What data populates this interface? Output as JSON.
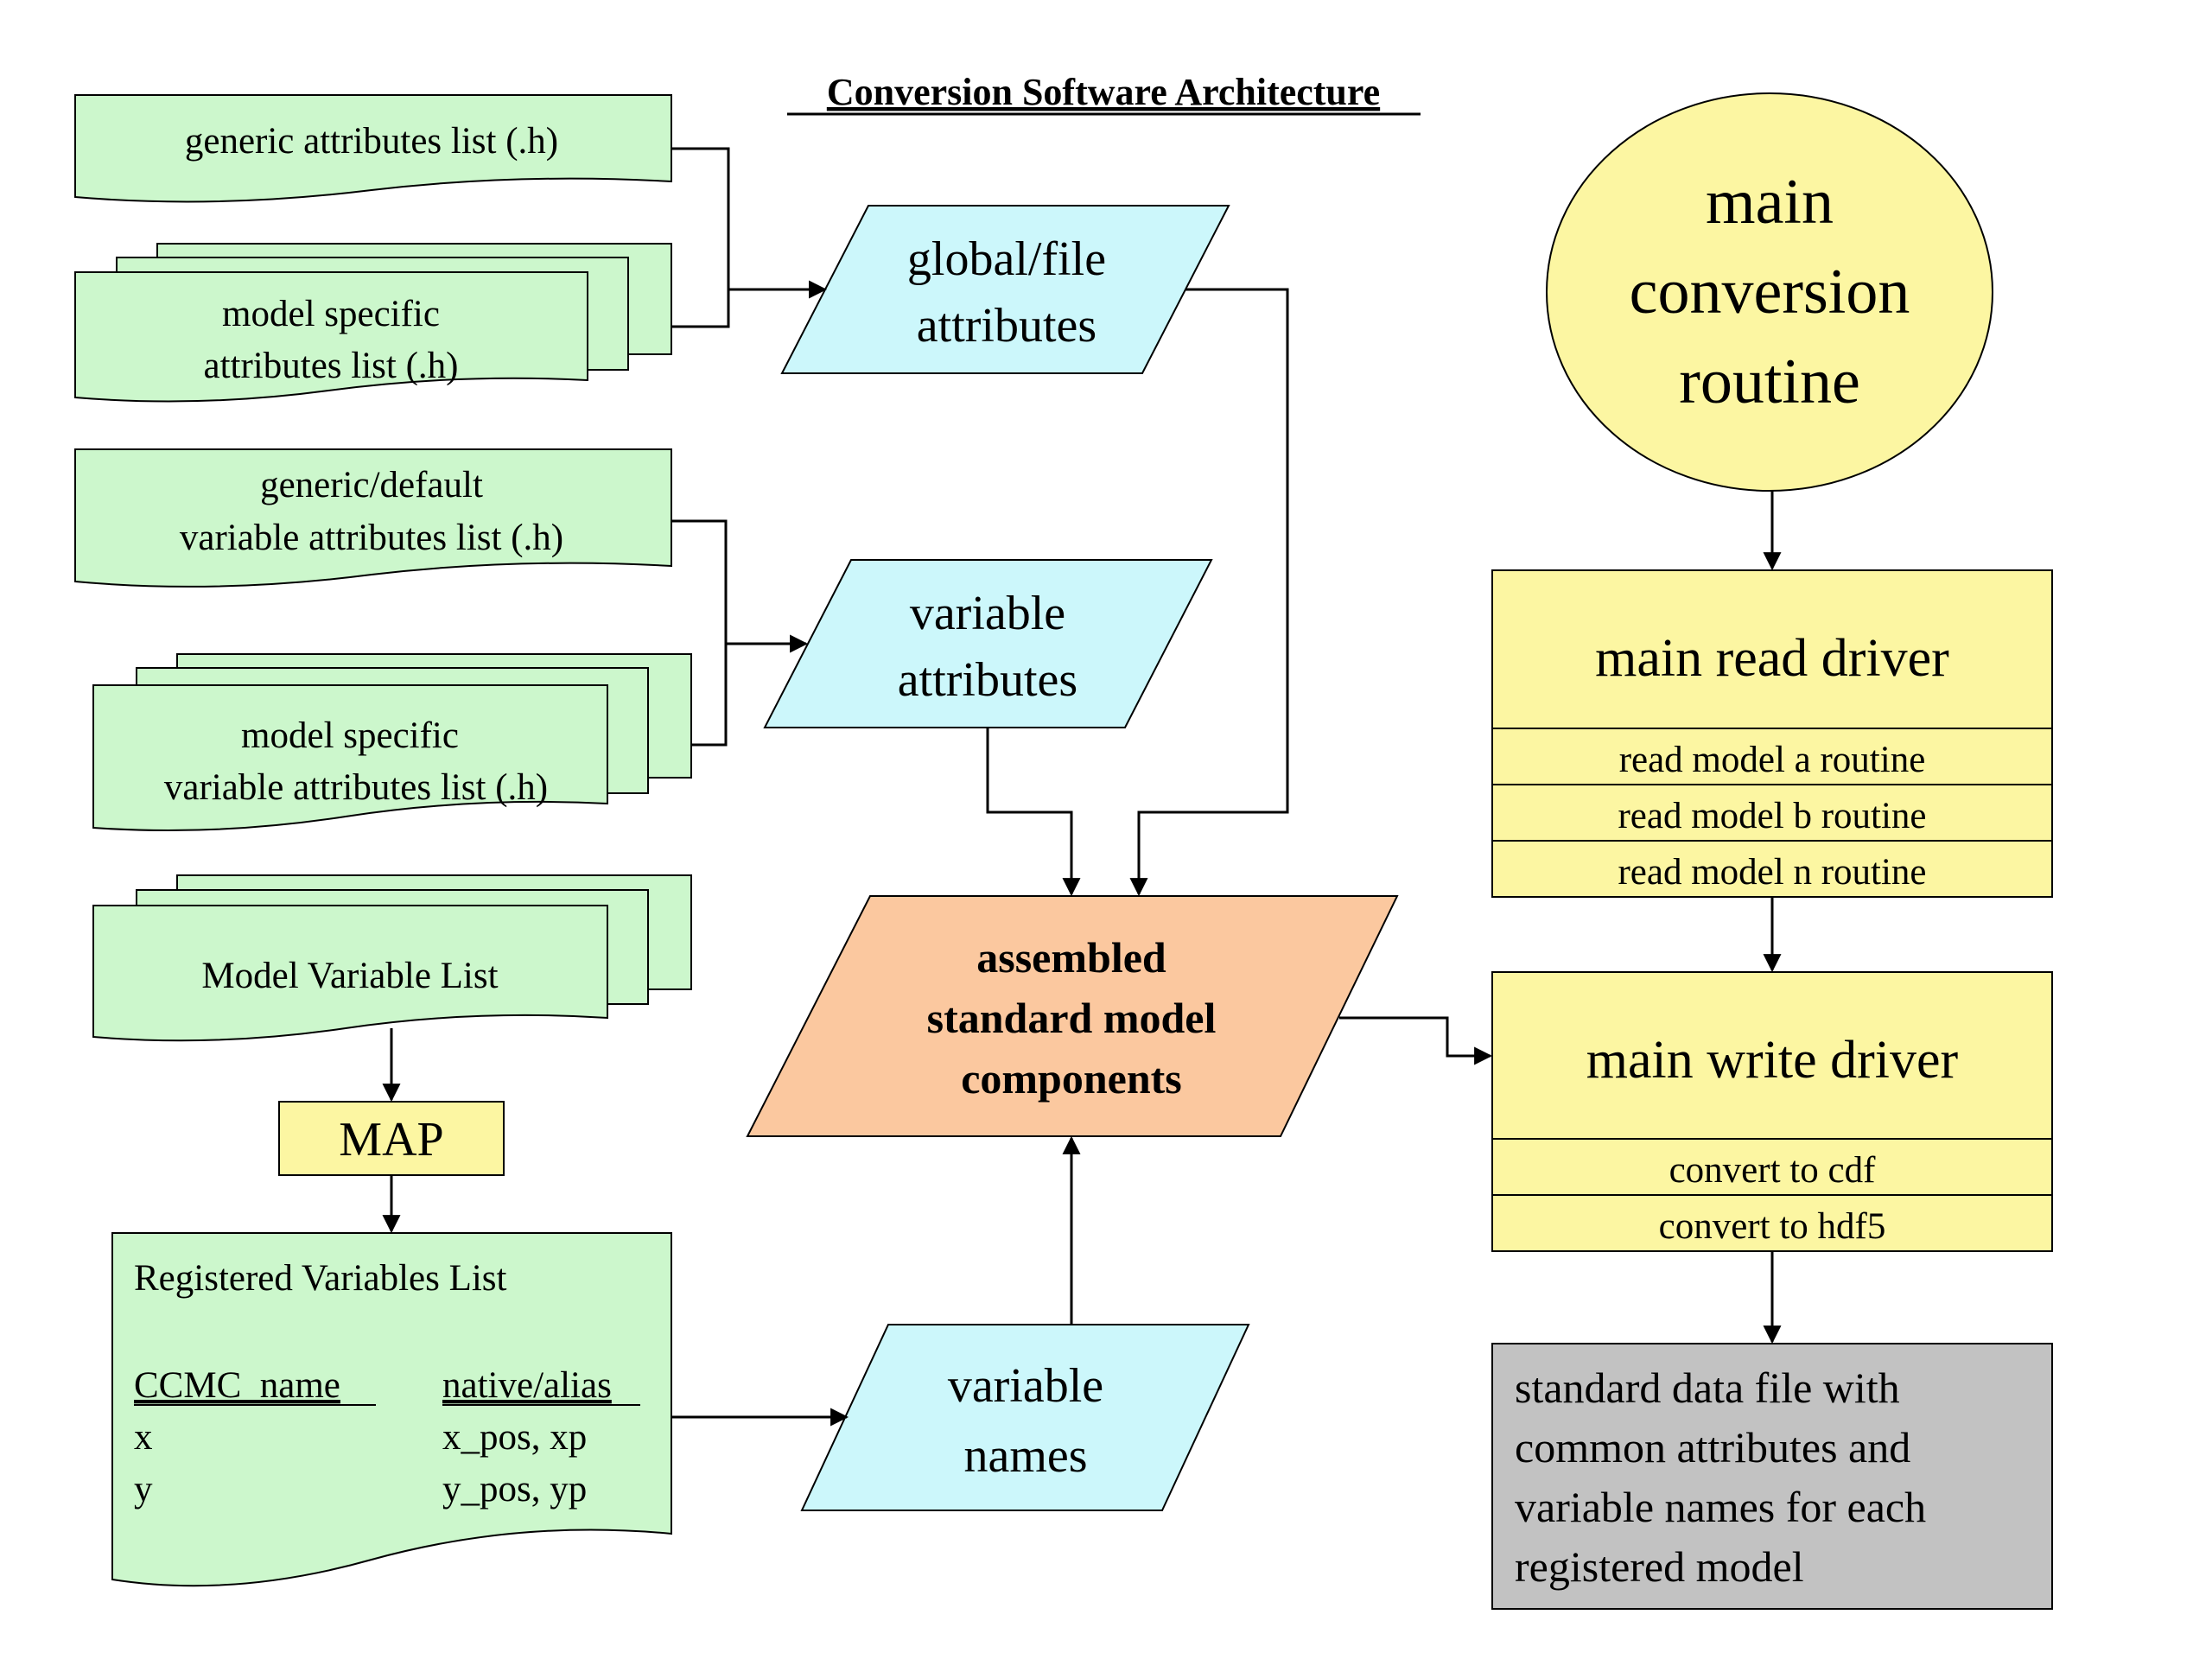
{
  "title": "Conversion Software Architecture",
  "inputs": {
    "generic_attributes": "generic attributes list (.h)",
    "model_attributes": [
      "model specific",
      "attributes list (.h)"
    ],
    "generic_variable_attributes": [
      "generic/default",
      "variable attributes list (.h)"
    ],
    "model_variable_attributes": [
      "model specific",
      "variable attributes list (.h)"
    ],
    "model_variable_list": "Model Variable List"
  },
  "map": "MAP",
  "registered": {
    "title": "Registered Variables List",
    "col1_header": "CCMC_name",
    "col2_header": "native/alias",
    "rows": [
      {
        "name": "x",
        "alias": "x_pos, xp"
      },
      {
        "name": "y",
        "alias": "y_pos, yp"
      }
    ]
  },
  "middle": {
    "global_attributes": [
      "global/file",
      "attributes"
    ],
    "variable_attributes": [
      "variable",
      "attributes"
    ],
    "assembled": [
      "assembled",
      "standard model",
      "components"
    ],
    "variable_names": [
      "variable",
      "names"
    ]
  },
  "right": {
    "main_routine": [
      "main",
      "conversion",
      "routine"
    ],
    "read_driver": "main read driver",
    "read_routines": [
      "read model a routine",
      "read model b routine",
      "read model n routine"
    ],
    "write_driver": "main write driver",
    "write_routines": [
      "convert to cdf",
      "convert to hdf5"
    ],
    "output": [
      "standard data file with",
      "common attributes and",
      "variable names for each",
      "registered model"
    ]
  },
  "colors": {
    "document_green": "#ccf7cc",
    "parallelogram_cyan": "#ccf7fb",
    "assembled_orange": "#fbc89f",
    "driver_yellow": "#fcf6a2",
    "output_gray": "#c2c2c2"
  }
}
